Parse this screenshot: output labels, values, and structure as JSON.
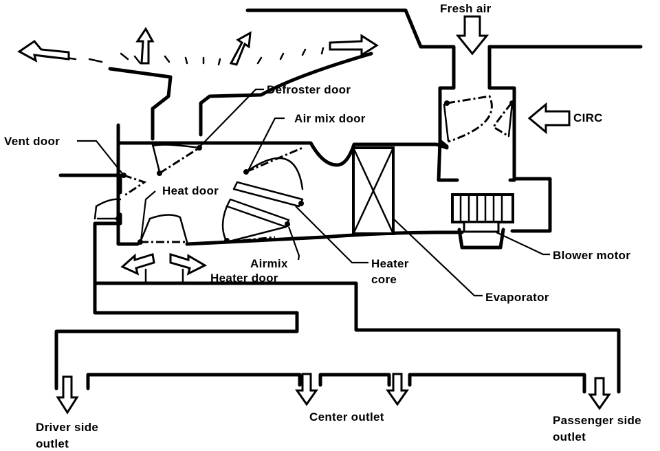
{
  "labels": {
    "fresh_air": "Fresh air",
    "circ": "CIRC",
    "defroster_door": "Defroster door",
    "air_mix_door": "Air mix door",
    "vent_door": "Vent door",
    "heat_door": "Heat door",
    "airmix": "Airmix",
    "heater_door": "Heater door",
    "heater_core_line1": "Heater",
    "heater_core_line2": "core",
    "evaporator": "Evaporator",
    "blower_motor": "Blower motor",
    "driver_outlet_line1": "Driver side",
    "driver_outlet_line2": "outlet",
    "center_outlet": "Center outlet",
    "passenger_outlet_line1": "Passenger side",
    "passenger_outlet_line2": "outlet"
  }
}
